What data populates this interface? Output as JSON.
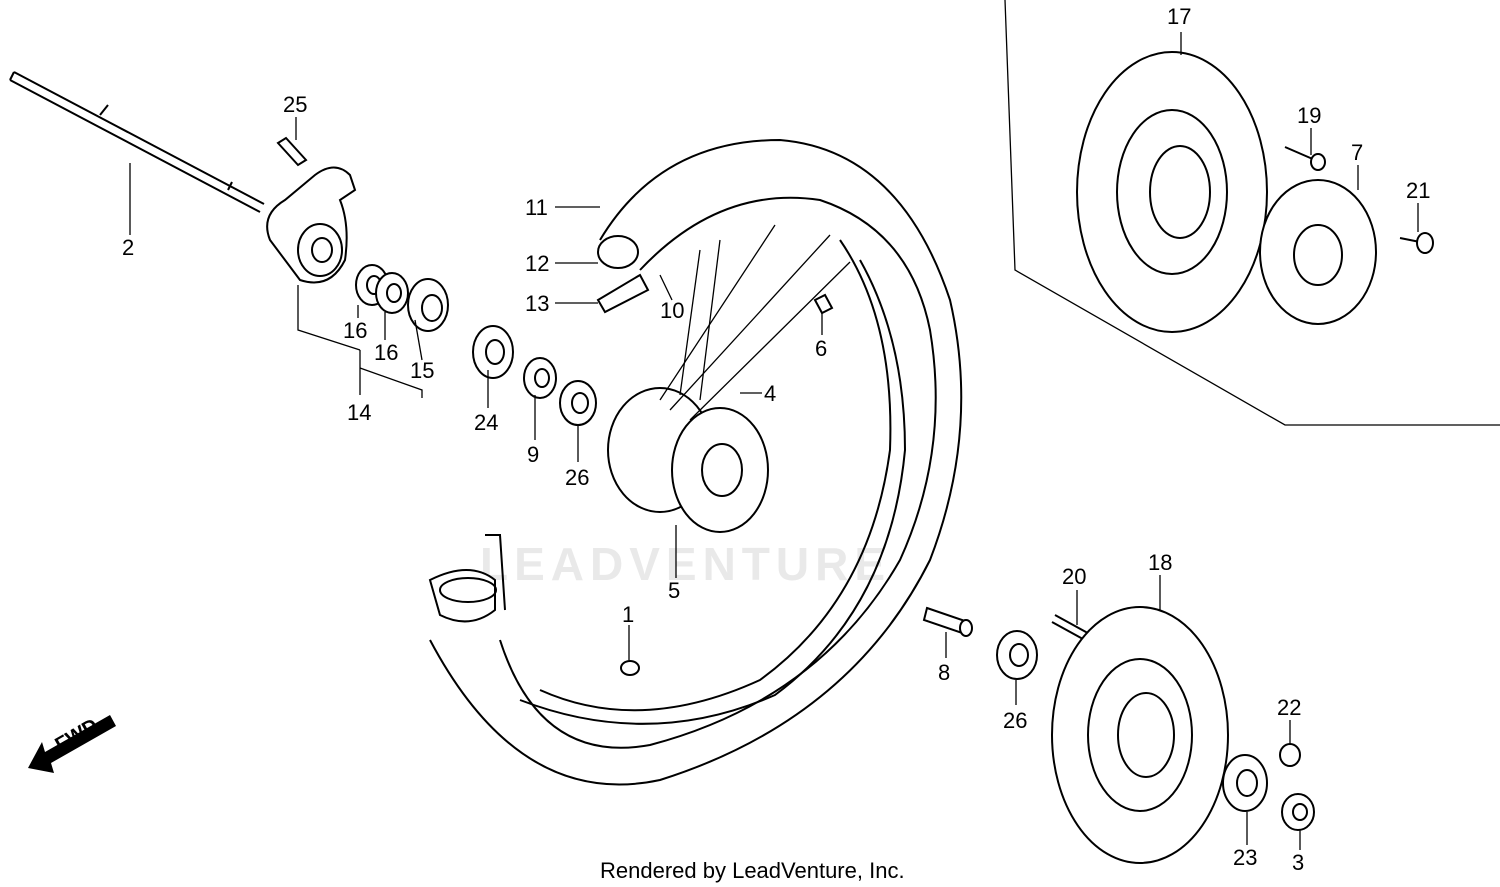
{
  "diagram": {
    "watermark": "LEADVENTURE",
    "footer": "Rendered by LeadVenture, Inc.",
    "fwd_label": "FWD",
    "callouts": {
      "c1": "1",
      "c2": "2",
      "c3": "3",
      "c4": "4",
      "c5": "5",
      "c6": "6",
      "c7": "7",
      "c8": "8",
      "c9": "9",
      "c10": "10",
      "c11": "11",
      "c12": "12",
      "c13": "13",
      "c14": "14",
      "c15": "15",
      "c16a": "16",
      "c16b": "16",
      "c17": "17",
      "c18": "18",
      "c19": "19",
      "c20": "20",
      "c21": "21",
      "c22": "22",
      "c23": "23",
      "c24": "24",
      "c25": "25",
      "c26a": "26",
      "c26b": "26"
    }
  }
}
